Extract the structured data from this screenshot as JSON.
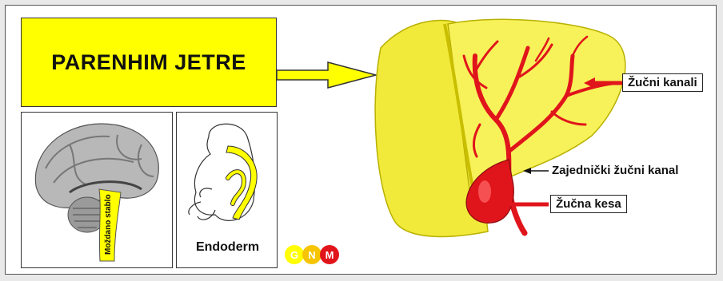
{
  "title": "PARENHIM JETRE",
  "brain_label": "Moždano stablo",
  "embryo_label": "Endoderm",
  "callouts": {
    "bile_ducts": "Žučni kanali",
    "common_bile_duct": "Zajednički žučni kanal",
    "gallbladder": "Žučna kesa"
  },
  "logo_letters": [
    "G",
    "N",
    "M"
  ],
  "colors": {
    "accent_yellow": "#ffff00",
    "liver": "#f4ee3c",
    "duct_red": "#e0151b"
  }
}
